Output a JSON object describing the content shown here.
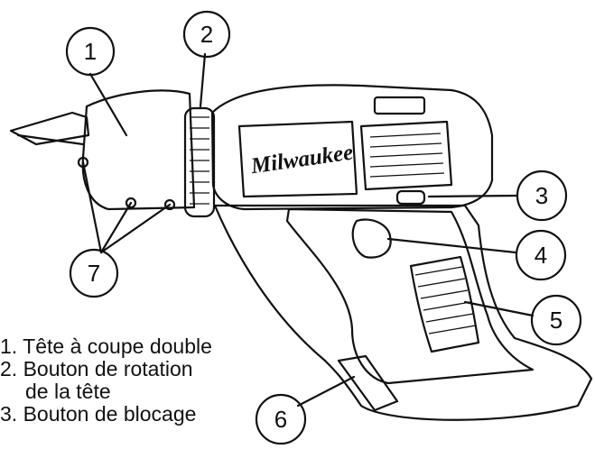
{
  "callouts": [
    "1",
    "2",
    "3",
    "4",
    "5",
    "6",
    "7"
  ],
  "brand": "Milwaukee",
  "legend": [
    {
      "number": "1.",
      "text": "Tête à coupe double"
    },
    {
      "number": "2.",
      "text": "Bouton de rotation",
      "continuation": "de la tête"
    },
    {
      "number": "3.",
      "text": "Bouton de blocage"
    }
  ]
}
